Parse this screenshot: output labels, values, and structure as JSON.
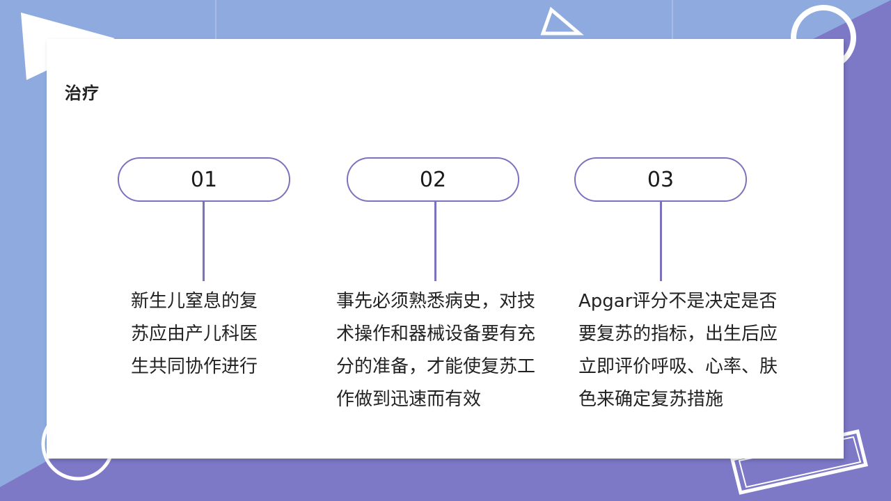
{
  "slide": {
    "title": "治疗",
    "steps": [
      {
        "number": "01",
        "lines": [
          "新生儿窒息的复",
          "苏应由产儿科医",
          "生共同协作进行"
        ]
      },
      {
        "number": "02",
        "lines": [
          "事先必须熟悉病史，对技",
          "术操作和器械设备要有充",
          "分的准备，才能使复苏工",
          "作做到迅速而有效"
        ]
      },
      {
        "number": "03",
        "lines": [
          "Apgar评分不是决定是否",
          "要复苏的指标，出生后应",
          "立即评价呼吸、心率、肤",
          "色来确定复苏措施"
        ]
      }
    ]
  },
  "colors": {
    "background_light_blue": "#8eaadf",
    "background_purple": "#7d79c7",
    "accent": "#7b72be",
    "card": "#ffffff",
    "text": "#222222"
  }
}
